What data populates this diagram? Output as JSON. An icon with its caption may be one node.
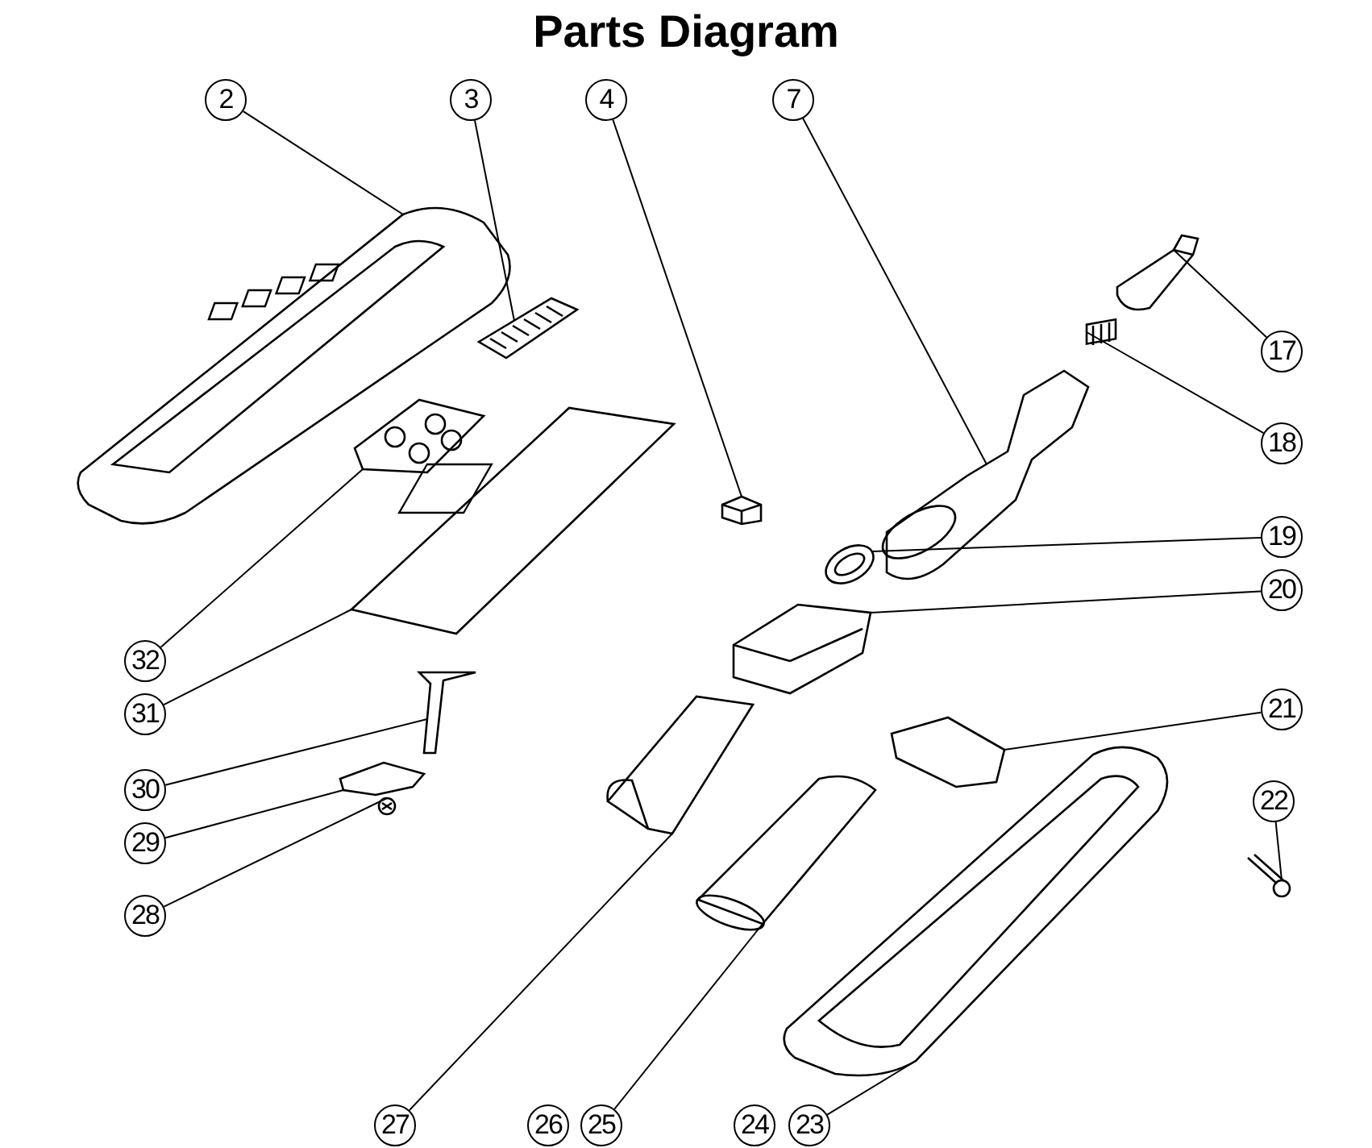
{
  "diagram": {
    "title": "Parts Diagram",
    "nodes": [
      {
        "text": [
          "2"
        ]
      },
      {
        "text": [
          "3"
        ]
      },
      {
        "text": [
          "4"
        ]
      },
      {
        "text": [
          "7"
        ]
      },
      {
        "text": [
          "17"
        ]
      },
      {
        "text": [
          "18"
        ]
      },
      {
        "text": [
          "19"
        ]
      },
      {
        "text": [
          "20"
        ]
      },
      {
        "text": [
          "21"
        ]
      },
      {
        "text": [
          "22"
        ]
      },
      {
        "text": [
          "23"
        ]
      },
      {
        "text": [
          "24"
        ]
      },
      {
        "text": [
          "25"
        ]
      },
      {
        "text": [
          "26"
        ]
      },
      {
        "text": [
          "27"
        ]
      },
      {
        "text": [
          "28"
        ]
      },
      {
        "text": [
          "29"
        ]
      },
      {
        "text": [
          "30"
        ]
      },
      {
        "text": [
          "31"
        ]
      },
      {
        "text": [
          "32"
        ]
      },
      {
        "text": [],
        "shape": "picture"
      },
      {
        "text": [],
        "shape": "picture"
      },
      {
        "text": [],
        "shape": "picture"
      },
      {
        "text": [],
        "shape": "picture"
      },
      {
        "text": [],
        "shape": "picture"
      },
      {
        "text": [],
        "shape": "picture"
      },
      {
        "text": [],
        "shape": "picture"
      },
      {
        "text": [],
        "shape": "picture"
      },
      {
        "text": [],
        "shape": "picture"
      },
      {
        "text": [],
        "shape": "picture"
      },
      {
        "text": [],
        "shape": "picture"
      },
      {
        "text": [],
        "shape": "picture"
      },
      {
        "text": [],
        "shape": "picture"
      },
      {
        "text": [],
        "shape": "picture"
      },
      {
        "text": [],
        "shape": "picture"
      },
      {
        "text": [],
        "shape": "picture"
      },
      {
        "text": [],
        "shape": "picture"
      },
      {
        "text": [],
        "shape": "picture"
      }
    ],
    "edges": [
      {
        "from": 0,
        "to": 20,
        "arrow": "none"
      },
      {
        "from": 1,
        "to": 21,
        "arrow": "none"
      },
      {
        "from": 2,
        "to": 22,
        "arrow": "none"
      },
      {
        "from": 3,
        "to": 23,
        "arrow": "none"
      },
      {
        "from": 4,
        "to": 24,
        "arrow": "none"
      },
      {
        "from": 5,
        "to": 25,
        "arrow": "none"
      },
      {
        "from": 6,
        "to": 26,
        "arrow": "none"
      },
      {
        "from": 7,
        "to": 27,
        "arrow": "none"
      },
      {
        "from": 8,
        "to": 28,
        "arrow": "none"
      },
      {
        "from": 9,
        "to": 29,
        "arrow": "none"
      },
      {
        "from": 10,
        "to": 30,
        "arrow": "none"
      },
      {
        "from": 12,
        "to": 31,
        "arrow": "none"
      },
      {
        "from": 14,
        "to": 32,
        "arrow": "none"
      },
      {
        "from": 15,
        "to": 33,
        "arrow": "none"
      },
      {
        "from": 16,
        "to": 34,
        "arrow": "none"
      },
      {
        "from": 17,
        "to": 35,
        "arrow": "none"
      },
      {
        "from": 18,
        "to": 36,
        "arrow": "none"
      },
      {
        "from": 19,
        "to": 37,
        "arrow": "none"
      }
    ]
  }
}
